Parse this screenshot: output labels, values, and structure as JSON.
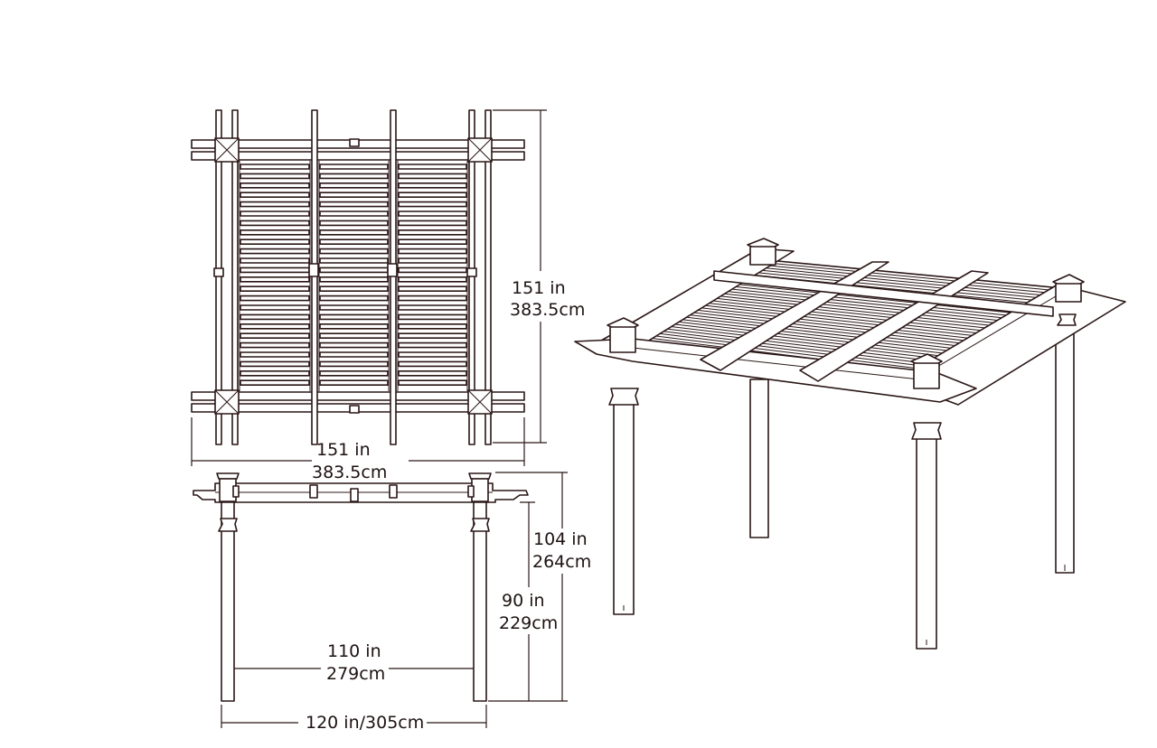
{
  "dimensions": {
    "top_depth": {
      "imperial": "151 in",
      "metric": "383.5cm"
    },
    "top_width": {
      "imperial": "151 in",
      "metric": "383.5cm"
    },
    "total_height": {
      "imperial": "104 in",
      "metric": "264cm"
    },
    "clearance_height": {
      "imperial": "90 in",
      "metric": "229cm"
    },
    "inner_span": {
      "imperial": "110 in",
      "metric": "279cm"
    },
    "outer_span": {
      "combined": "120 in/305cm"
    }
  },
  "colors": {
    "ink": "#2a1716",
    "background": "#ffffff"
  }
}
